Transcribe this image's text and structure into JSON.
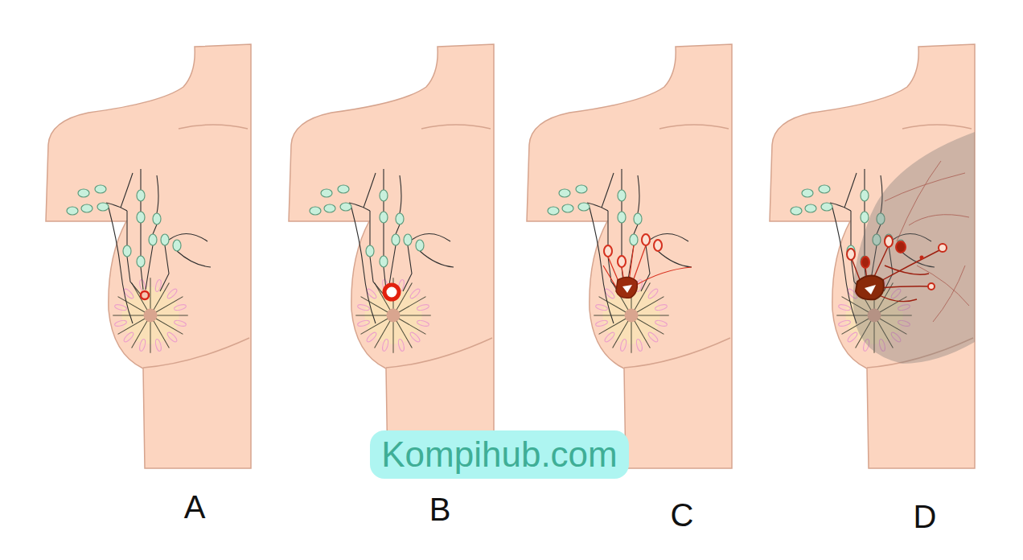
{
  "diagram": {
    "labels": [
      "A",
      "B",
      "C",
      "D",
      "Kompihub.com"
    ]
  }
}
